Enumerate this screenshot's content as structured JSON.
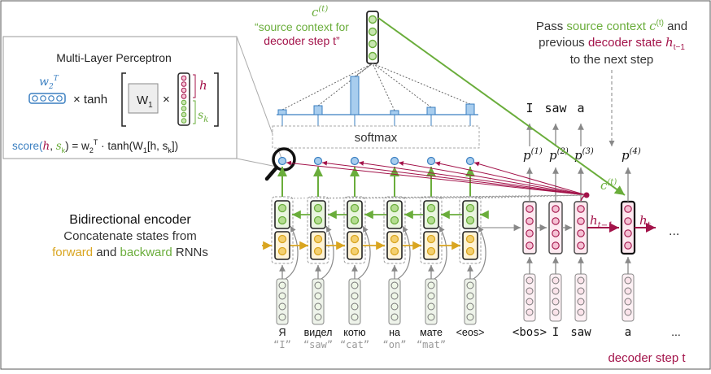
{
  "mlp_box": {
    "title": "Multi-Layer Perceptron",
    "w2t": "w",
    "w2t_sub": "2",
    "w2t_sup": "T",
    "times1": "× tanh",
    "W1": "W",
    "W1_sub": "1",
    "times2": "×",
    "h": "h",
    "sk": "s",
    "sk_sub": "k",
    "score_func": "score(",
    "score_h": "h",
    "score_comma": ", ",
    "score_sk": "s",
    "score_sk_sub": "k",
    "score_rest": ") = w",
    "score_w_sub": "2",
    "score_w_sup": "T",
    "score_tail": " · tanh(W",
    "score_tail_sub": "1",
    "score_tail2": "[h, s",
    "score_tail_sub2": "k",
    "score_tail3": "])"
  },
  "context_label": {
    "c": "c",
    "c_sup": "(t)",
    "line1": "“source context for",
    "line2": "decoder step t”"
  },
  "pass_label": {
    "line1a": "Pass ",
    "line1b": "source context ",
    "line1c": "c",
    "line1c_sup": "(t)",
    "line1d": " and",
    "line2a": "previous ",
    "line2b": "decoder state ",
    "line2c": "h",
    "line2c_sub": "t−1",
    "line3": "to the next step"
  },
  "softmax_label": "softmax",
  "encoder_label": {
    "title": "Bidirectional encoder",
    "line2": "Concatenate states from",
    "line3a": "forward",
    "line3b": " and ",
    "line3c": "backward",
    "line3d": " RNNs"
  },
  "source_tokens": [
    "Я",
    "видел",
    "котю",
    "на",
    "мате",
    "<eos>"
  ],
  "source_glosses": [
    "“I”",
    "“saw”",
    "“cat”",
    "“on”",
    "“mat”",
    ""
  ],
  "decoder_inputs": [
    "<bos>",
    "I",
    "saw",
    "a",
    "..."
  ],
  "decoder_outputs": [
    "I",
    "saw",
    "a"
  ],
  "prob_labels": [
    "p",
    "p",
    "p",
    "p"
  ],
  "prob_sups": [
    "(1)",
    "(2)",
    "(3)",
    "(4)"
  ],
  "h_prev": "h",
  "h_prev_sub": "t−1",
  "h_t": "h",
  "h_t_sub": "t",
  "c_mid": "c",
  "c_mid_sup": "(t)",
  "ellipsis": "...",
  "decoder_step_label": "decoder step t",
  "colors": {
    "green": "#6aad3b",
    "orange": "#d9a520",
    "crimson": "#a3134a",
    "blue": "#3a7fc1",
    "gray": "#888888"
  }
}
